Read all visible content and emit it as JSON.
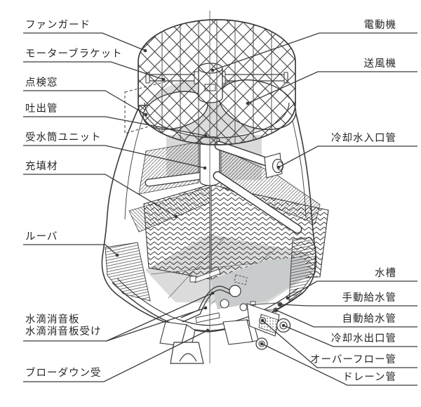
{
  "diagram": {
    "subject": "cooling-tower-cutaway",
    "labels_left": [
      {
        "id": "fan-guard",
        "text": "ファンガード"
      },
      {
        "id": "motor-bracket",
        "text": "モーターブラケット"
      },
      {
        "id": "inspection-window",
        "text": "点検窓"
      },
      {
        "id": "discharge-pipe",
        "text": "吐出管"
      },
      {
        "id": "water-receiver-unit",
        "text": "受水筒ユニット"
      },
      {
        "id": "fill-material",
        "text": "充填材"
      },
      {
        "id": "louver",
        "text": "ルーバ"
      },
      {
        "id": "drip-silencer-plate",
        "text": "水滴消音板"
      },
      {
        "id": "drip-silencer-plate-holder",
        "text": "水滴消音板受け"
      },
      {
        "id": "blowdown-receiver",
        "text": "ブローダウン受"
      }
    ],
    "labels_right": [
      {
        "id": "electric-motor",
        "text": "電動機"
      },
      {
        "id": "fan",
        "text": "送風機"
      },
      {
        "id": "cooling-water-inlet",
        "text": "冷却水入口管"
      },
      {
        "id": "water-basin",
        "text": "水槽"
      },
      {
        "id": "manual-feed-pipe",
        "text": "手動給水管"
      },
      {
        "id": "auto-feed-pipe",
        "text": "自動給水管"
      },
      {
        "id": "cooling-water-outlet",
        "text": "冷却水出口管"
      },
      {
        "id": "overflow-pipe",
        "text": "オーバーフロー管"
      },
      {
        "id": "drain-pipe",
        "text": "ドレーン管"
      }
    ],
    "colors": {
      "line": "#3b3b3b",
      "text": "#262626",
      "shade_light": "#dcdcdc",
      "shade_mid": "#c9cccd",
      "background": "#ffffff"
    }
  }
}
